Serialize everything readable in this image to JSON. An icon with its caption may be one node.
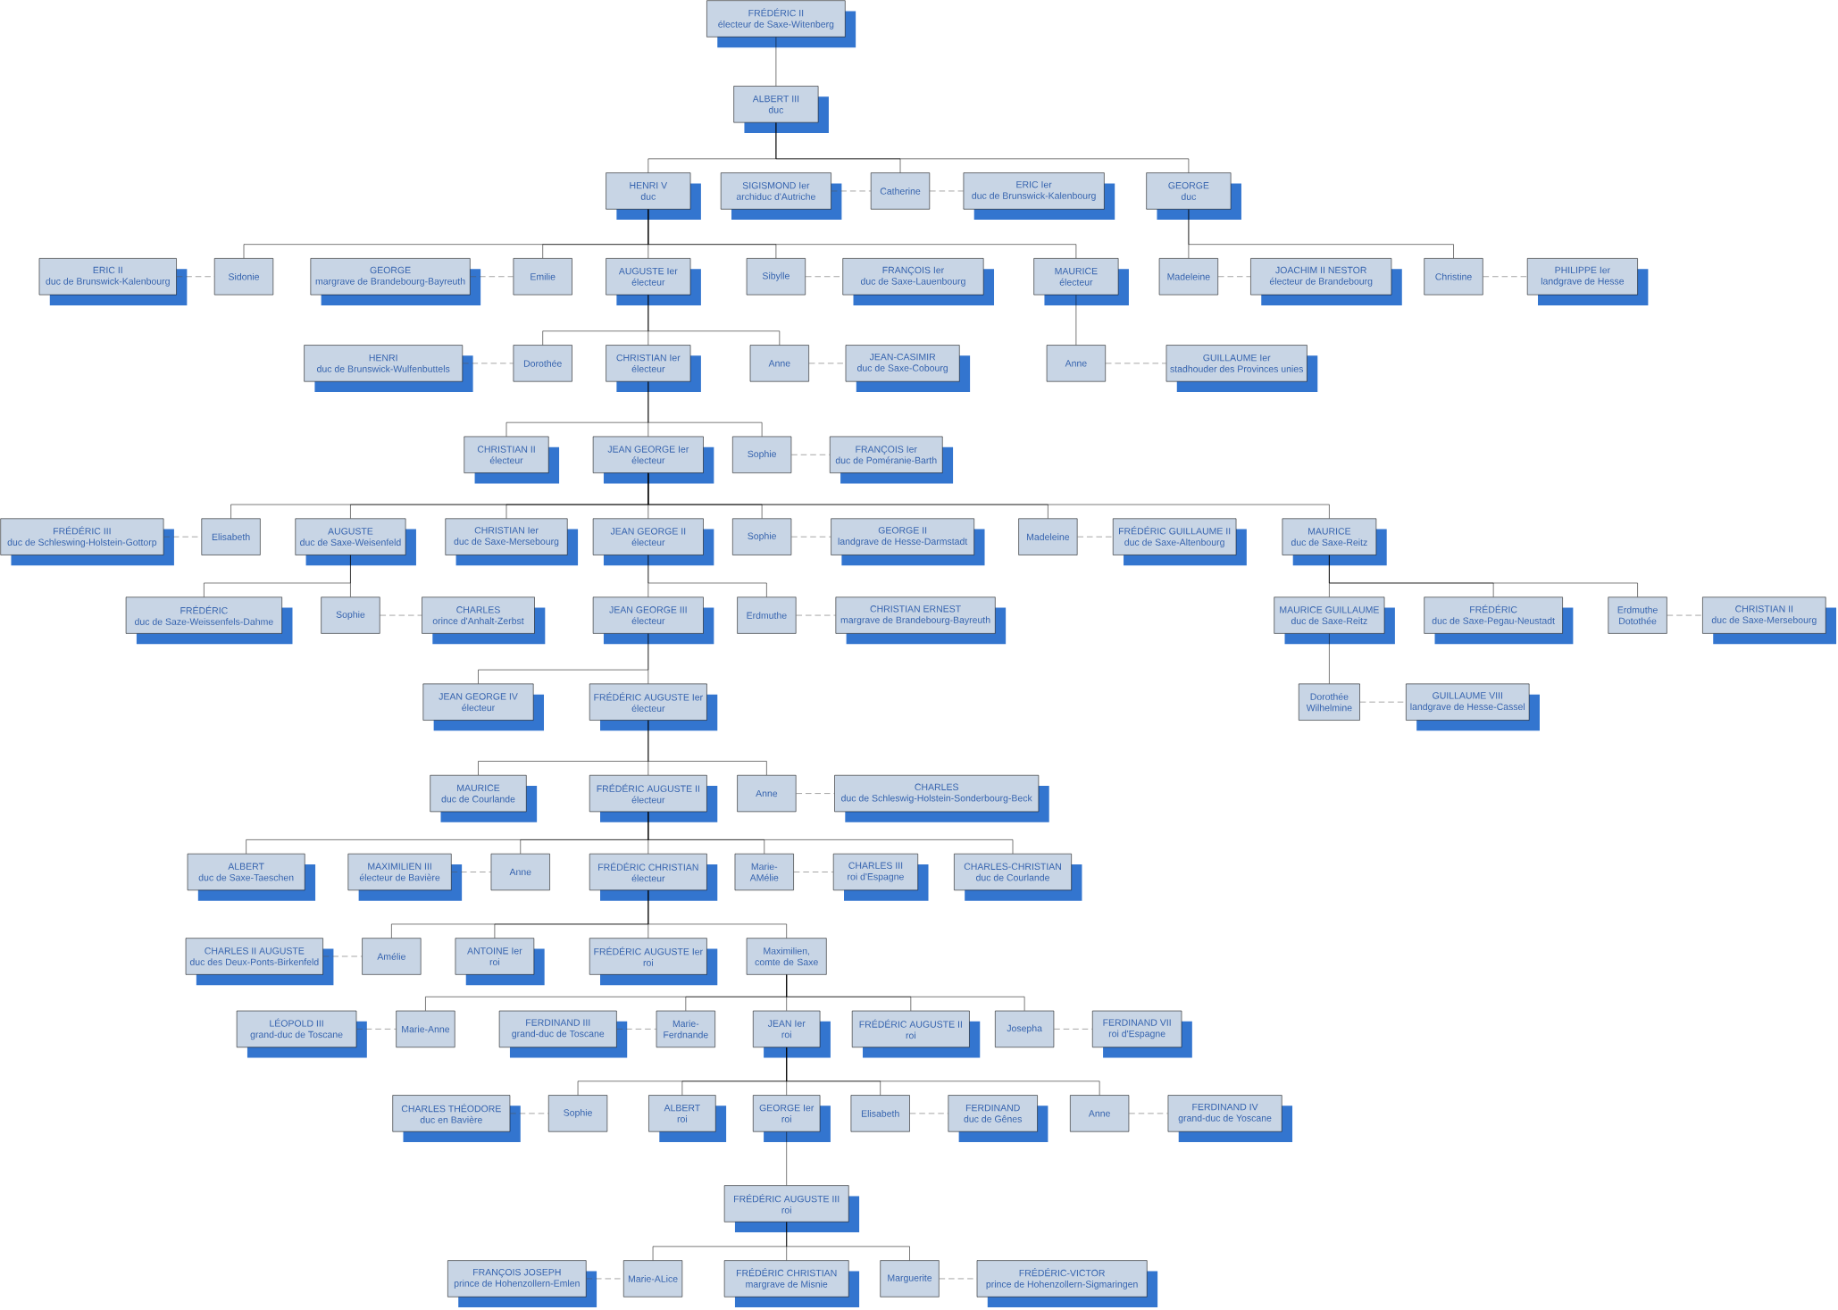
{
  "diagram": {
    "nodes": [
      {
        "text": [
          "FRÉDÉRIC II",
          "électeur de Saxe-Witenberg"
        ]
      },
      {
        "text": [
          "ALBERT III",
          "duc"
        ]
      },
      {
        "text": [
          "HENRI V",
          "duc"
        ]
      },
      {
        "text": [
          "SIGISMOND Ier",
          "archiduc d'Autriche"
        ]
      },
      {
        "text": [
          "Catherine"
        ]
      },
      {
        "text": [
          "ERIC Ier",
          "duc de Brunswick-Kalenbourg"
        ]
      },
      {
        "text": [
          "GEORGE",
          "duc"
        ]
      },
      {
        "text": [
          "ERIC II",
          "duc de Brunswick-Kalenbourg"
        ]
      },
      {
        "text": [
          "Sidonie"
        ]
      },
      {
        "text": [
          "GEORGE",
          "margrave de Brandebourg-Bayreuth"
        ]
      },
      {
        "text": [
          "Emilie"
        ]
      },
      {
        "text": [
          "AUGUSTE Ier",
          "électeur"
        ]
      },
      {
        "text": [
          "Sibylle"
        ]
      },
      {
        "text": [
          "FRANÇOIS Ier",
          "duc de Saxe-Lauenbourg"
        ]
      },
      {
        "text": [
          "MAURICE",
          "électeur"
        ]
      },
      {
        "text": [
          "Madeleine"
        ]
      },
      {
        "text": [
          "JOACHIM II NESTOR",
          "électeur de Brandebourg"
        ]
      },
      {
        "text": [
          "Christine"
        ]
      },
      {
        "text": [
          "PHILIPPE Ier",
          "landgrave de Hesse"
        ]
      },
      {
        "text": [
          "HENRI",
          "duc de Brunswick-Wulfenbuttels"
        ]
      },
      {
        "text": [
          "Dorothée"
        ]
      },
      {
        "text": [
          "CHRISTIAN Ier",
          "électeur"
        ]
      },
      {
        "text": [
          "Anne"
        ]
      },
      {
        "text": [
          "JEAN-CASIMIR",
          "duc de Saxe-Cobourg"
        ]
      },
      {
        "text": [
          "Anne"
        ]
      },
      {
        "text": [
          "GUILLAUME Ier",
          "stadhouder des Provinces unies"
        ]
      },
      {
        "text": [
          "CHRISTIAN II",
          "électeur"
        ]
      },
      {
        "text": [
          "JEAN GEORGE Ier",
          "électeur"
        ]
      },
      {
        "text": [
          "Sophie"
        ]
      },
      {
        "text": [
          "FRANÇOIS Ier",
          "duc de Poméranie-Barth"
        ]
      },
      {
        "text": [
          "FRÉDÉRIC III",
          "duc de Schleswing-Holstein-Gottorp"
        ]
      },
      {
        "text": [
          "Elisabeth"
        ]
      },
      {
        "text": [
          "AUGUSTE",
          "duc de Saxe-Weisenfeld"
        ]
      },
      {
        "text": [
          "CHRISTIAN Ier",
          "duc de Saxe-Mersebourg"
        ]
      },
      {
        "text": [
          "JEAN GEORGE II",
          "électeur"
        ]
      },
      {
        "text": [
          "Sophie"
        ]
      },
      {
        "text": [
          "GEORGE II",
          "landgrave de Hesse-Darmstadt"
        ]
      },
      {
        "text": [
          "Madeleine"
        ]
      },
      {
        "text": [
          "FRÉDÉRIC GUILLAUME II",
          "duc de Saxe-Altenbourg"
        ]
      },
      {
        "text": [
          "MAURICE",
          "duc de Saxe-Reitz"
        ]
      },
      {
        "text": [
          "FRÉDÉRIC",
          "duc de Saze-Weissenfels-Dahme"
        ]
      },
      {
        "text": [
          "Sophie"
        ]
      },
      {
        "text": [
          "CHARLES",
          "orince d'Anhalt-Zerbst"
        ]
      },
      {
        "text": [
          "JEAN GEORGE III",
          "électeur"
        ]
      },
      {
        "text": [
          "Erdmuthe"
        ]
      },
      {
        "text": [
          "CHRISTIAN ERNEST",
          "margrave de Brandebourg-Bayreuth"
        ]
      },
      {
        "text": [
          "MAURICE GUILLAUME",
          "duc de Saxe-Reitz"
        ]
      },
      {
        "text": [
          "FRÉDÉRIC",
          "duc de Saxe-Pegau-Neustadt"
        ]
      },
      {
        "text": [
          "Erdmuthe Dotothée"
        ]
      },
      {
        "text": [
          "CHRISTIAN II",
          "duc de Saxe-Mersebourg"
        ]
      },
      {
        "text": [
          "JEAN GEORGE IV",
          "électeur"
        ]
      },
      {
        "text": [
          "FRÉDÉRIC AUGUSTE Ier",
          "électeur"
        ]
      },
      {
        "text": [
          "Dorothée Wilhelmine"
        ]
      },
      {
        "text": [
          "GUILLAUME VIII",
          "landgrave de Hesse-Cassel"
        ]
      },
      {
        "text": [
          "MAURICE",
          "duc de Courlande"
        ]
      },
      {
        "text": [
          "FRÉDÉRIC AUGUSTE II",
          "électeur"
        ]
      },
      {
        "text": [
          "Anne"
        ]
      },
      {
        "text": [
          "CHARLES",
          "duc de Schleswig-Holstein-Sonderbourg-Beck"
        ]
      },
      {
        "text": [
          "ALBERT",
          "duc de Saxe-Taeschen"
        ]
      },
      {
        "text": [
          "MAXIMILIEN III",
          "électeur de Bavière"
        ]
      },
      {
        "text": [
          "Anne"
        ]
      },
      {
        "text": [
          "FRÉDÉRIC CHRISTIAN",
          "électeur"
        ]
      },
      {
        "text": [
          "Marie-AMélie"
        ]
      },
      {
        "text": [
          "CHARLES III",
          "roi d'Espagne"
        ]
      },
      {
        "text": [
          "CHARLES-CHRISTIAN",
          "duc de Courlande"
        ]
      },
      {
        "text": [
          "CHARLES II AUGUSTE",
          "duc des Deux-Ponts-Birkenfeld"
        ]
      },
      {
        "text": [
          "Amélie"
        ]
      },
      {
        "text": [
          "ANTOINE Ier",
          "roi"
        ]
      },
      {
        "text": [
          "FRÉDÉRIC AUGUSTE Ier",
          "roi"
        ]
      },
      {
        "text": [
          "Maximilien, comte de Saxe"
        ]
      },
      {
        "text": [
          "LÉOPOLD III",
          "grand-duc de Toscane"
        ]
      },
      {
        "text": [
          "Marie-Anne"
        ]
      },
      {
        "text": [
          "FERDINAND III",
          "grand-duc de Toscane"
        ]
      },
      {
        "text": [
          "Marie-Ferdnande"
        ]
      },
      {
        "text": [
          "JEAN Ier",
          "roi"
        ]
      },
      {
        "text": [
          "FRÉDÉRIC AUGUSTE II",
          "roi"
        ]
      },
      {
        "text": [
          "Josepha"
        ]
      },
      {
        "text": [
          "FERDINAND VII",
          "roi d'Espagne"
        ]
      },
      {
        "text": [
          "CHARLES THÉODORE",
          "duc en Bavière"
        ]
      },
      {
        "text": [
          "Sophie"
        ]
      },
      {
        "text": [
          "ALBERT",
          "roi"
        ]
      },
      {
        "text": [
          "GEORGE Ier",
          "roi"
        ]
      },
      {
        "text": [
          "Elisabeth"
        ]
      },
      {
        "text": [
          "FERDINAND",
          "duc de Gênes"
        ]
      },
      {
        "text": [
          "Anne"
        ]
      },
      {
        "text": [
          "FERDINAND IV",
          "grand-duc de Yoscane"
        ]
      },
      {
        "text": [
          "FRÉDÉRIC AUGUSTE III",
          "roi"
        ]
      },
      {
        "text": [
          "FRANÇOIS JOSEPH",
          "prince de Hohenzollern-Emlen"
        ]
      },
      {
        "text": [
          "Marie-ALice"
        ]
      },
      {
        "text": [
          "FRÉDÉRIC CHRISTIAN",
          "margrave de Misnie"
        ]
      },
      {
        "text": [
          "Marguerite"
        ]
      },
      {
        "text": [
          "FRÉDÉRIC-VICTOR",
          "prince de Hohenzollern-Sigmaringen"
        ]
      }
    ],
    "edges": [
      {
        "from": 0,
        "to": 1,
        "arrow": "none"
      },
      {
        "from": 1,
        "to": 2,
        "arrow": "none"
      },
      {
        "from": 1,
        "to": 4,
        "arrow": "none"
      },
      {
        "from": 1,
        "to": 6,
        "arrow": "none"
      },
      {
        "from": 3,
        "to": 4,
        "arrow": "none",
        "style": "dashed"
      },
      {
        "from": 4,
        "to": 5,
        "arrow": "none",
        "style": "dashed"
      },
      {
        "from": 2,
        "to": 8,
        "arrow": "none"
      },
      {
        "from": 2,
        "to": 10,
        "arrow": "none"
      },
      {
        "from": 2,
        "to": 11,
        "arrow": "none"
      },
      {
        "from": 2,
        "to": 12,
        "arrow": "none"
      },
      {
        "from": 2,
        "to": 14,
        "arrow": "none"
      },
      {
        "from": 6,
        "to": 15,
        "arrow": "none"
      },
      {
        "from": 6,
        "to": 17,
        "arrow": "none"
      },
      {
        "from": 7,
        "to": 8,
        "arrow": "none",
        "style": "dashed"
      },
      {
        "from": 9,
        "to": 10,
        "arrow": "none",
        "style": "dashed"
      },
      {
        "from": 12,
        "to": 13,
        "arrow": "none",
        "style": "dashed"
      },
      {
        "from": 15,
        "to": 16,
        "arrow": "none",
        "style": "dashed"
      },
      {
        "from": 17,
        "to": 18,
        "arrow": "none",
        "style": "dashed"
      },
      {
        "from": 11,
        "to": 20,
        "arrow": "none"
      },
      {
        "from": 11,
        "to": 21,
        "arrow": "none"
      },
      {
        "from": 11,
        "to": 22,
        "arrow": "none"
      },
      {
        "from": 14,
        "to": 24,
        "arrow": "none"
      },
      {
        "from": 19,
        "to": 20,
        "arrow": "none",
        "style": "dashed"
      },
      {
        "from": 22,
        "to": 23,
        "arrow": "none",
        "style": "dashed"
      },
      {
        "from": 24,
        "to": 25,
        "arrow": "none",
        "style": "dashed"
      },
      {
        "from": 21,
        "to": 26,
        "arrow": "none"
      },
      {
        "from": 21,
        "to": 27,
        "arrow": "none"
      },
      {
        "from": 21,
        "to": 28,
        "arrow": "none"
      },
      {
        "from": 28,
        "to": 29,
        "arrow": "none",
        "style": "dashed"
      },
      {
        "from": 27,
        "to": 31,
        "arrow": "none"
      },
      {
        "from": 27,
        "to": 32,
        "arrow": "none"
      },
      {
        "from": 27,
        "to": 33,
        "arrow": "none"
      },
      {
        "from": 27,
        "to": 34,
        "arrow": "none"
      },
      {
        "from": 27,
        "to": 35,
        "arrow": "none"
      },
      {
        "from": 27,
        "to": 37,
        "arrow": "none"
      },
      {
        "from": 27,
        "to": 39,
        "arrow": "none"
      },
      {
        "from": 30,
        "to": 31,
        "arrow": "none",
        "style": "dashed"
      },
      {
        "from": 35,
        "to": 36,
        "arrow": "none",
        "style": "dashed"
      },
      {
        "from": 37,
        "to": 38,
        "arrow": "none",
        "style": "dashed"
      },
      {
        "from": 32,
        "to": 40,
        "arrow": "none"
      },
      {
        "from": 32,
        "to": 41,
        "arrow": "none"
      },
      {
        "from": 34,
        "to": 43,
        "arrow": "none"
      },
      {
        "from": 34,
        "to": 44,
        "arrow": "none"
      },
      {
        "from": 39,
        "to": 46,
        "arrow": "none"
      },
      {
        "from": 39,
        "to": 47,
        "arrow": "none"
      },
      {
        "from": 39,
        "to": 48,
        "arrow": "none"
      },
      {
        "from": 41,
        "to": 42,
        "arrow": "none",
        "style": "dashed"
      },
      {
        "from": 44,
        "to": 45,
        "arrow": "none",
        "style": "dashed"
      },
      {
        "from": 48,
        "to": 49,
        "arrow": "none",
        "style": "dashed"
      },
      {
        "from": 43,
        "to": 50,
        "arrow": "none"
      },
      {
        "from": 43,
        "to": 51,
        "arrow": "none"
      },
      {
        "from": 46,
        "to": 52,
        "arrow": "none"
      },
      {
        "from": 52,
        "to": 53,
        "arrow": "none",
        "style": "dashed"
      },
      {
        "from": 51,
        "to": 54,
        "arrow": "none"
      },
      {
        "from": 51,
        "to": 55,
        "arrow": "none"
      },
      {
        "from": 51,
        "to": 56,
        "arrow": "none"
      },
      {
        "from": 56,
        "to": 57,
        "arrow": "none",
        "style": "dashed"
      },
      {
        "from": 55,
        "to": 58,
        "arrow": "none"
      },
      {
        "from": 55,
        "to": 60,
        "arrow": "none"
      },
      {
        "from": 55,
        "to": 61,
        "arrow": "none"
      },
      {
        "from": 55,
        "to": 62,
        "arrow": "none"
      },
      {
        "from": 55,
        "to": 64,
        "arrow": "none"
      },
      {
        "from": 59,
        "to": 60,
        "arrow": "none",
        "style": "dashed"
      },
      {
        "from": 62,
        "to": 63,
        "arrow": "none",
        "style": "dashed"
      },
      {
        "from": 61,
        "to": 66,
        "arrow": "none"
      },
      {
        "from": 61,
        "to": 67,
        "arrow": "none"
      },
      {
        "from": 61,
        "to": 68,
        "arrow": "none"
      },
      {
        "from": 61,
        "to": 69,
        "arrow": "none"
      },
      {
        "from": 65,
        "to": 66,
        "arrow": "none",
        "style": "dashed"
      },
      {
        "from": 69,
        "to": 71,
        "arrow": "none"
      },
      {
        "from": 69,
        "to": 73,
        "arrow": "none"
      },
      {
        "from": 69,
        "to": 74,
        "arrow": "none"
      },
      {
        "from": 69,
        "to": 75,
        "arrow": "none"
      },
      {
        "from": 69,
        "to": 76,
        "arrow": "none"
      },
      {
        "from": 70,
        "to": 71,
        "arrow": "none",
        "style": "dashed"
      },
      {
        "from": 72,
        "to": 73,
        "arrow": "none",
        "style": "dashed"
      },
      {
        "from": 76,
        "to": 77,
        "arrow": "none",
        "style": "dashed"
      },
      {
        "from": 74,
        "to": 79,
        "arrow": "none"
      },
      {
        "from": 74,
        "to": 80,
        "arrow": "none"
      },
      {
        "from": 74,
        "to": 81,
        "arrow": "none"
      },
      {
        "from": 74,
        "to": 82,
        "arrow": "none"
      },
      {
        "from": 74,
        "to": 84,
        "arrow": "none"
      },
      {
        "from": 78,
        "to": 79,
        "arrow": "none",
        "style": "dashed"
      },
      {
        "from": 82,
        "to": 83,
        "arrow": "none",
        "style": "dashed"
      },
      {
        "from": 84,
        "to": 85,
        "arrow": "none",
        "style": "dashed"
      },
      {
        "from": 81,
        "to": 86,
        "arrow": "none"
      },
      {
        "from": 86,
        "to": 88,
        "arrow": "none"
      },
      {
        "from": 86,
        "to": 89,
        "arrow": "none"
      },
      {
        "from": 86,
        "to": 90,
        "arrow": "none"
      },
      {
        "from": 87,
        "to": 88,
        "arrow": "none",
        "style": "dashed"
      },
      {
        "from": 90,
        "to": 91,
        "arrow": "none",
        "style": "dashed"
      }
    ]
  }
}
